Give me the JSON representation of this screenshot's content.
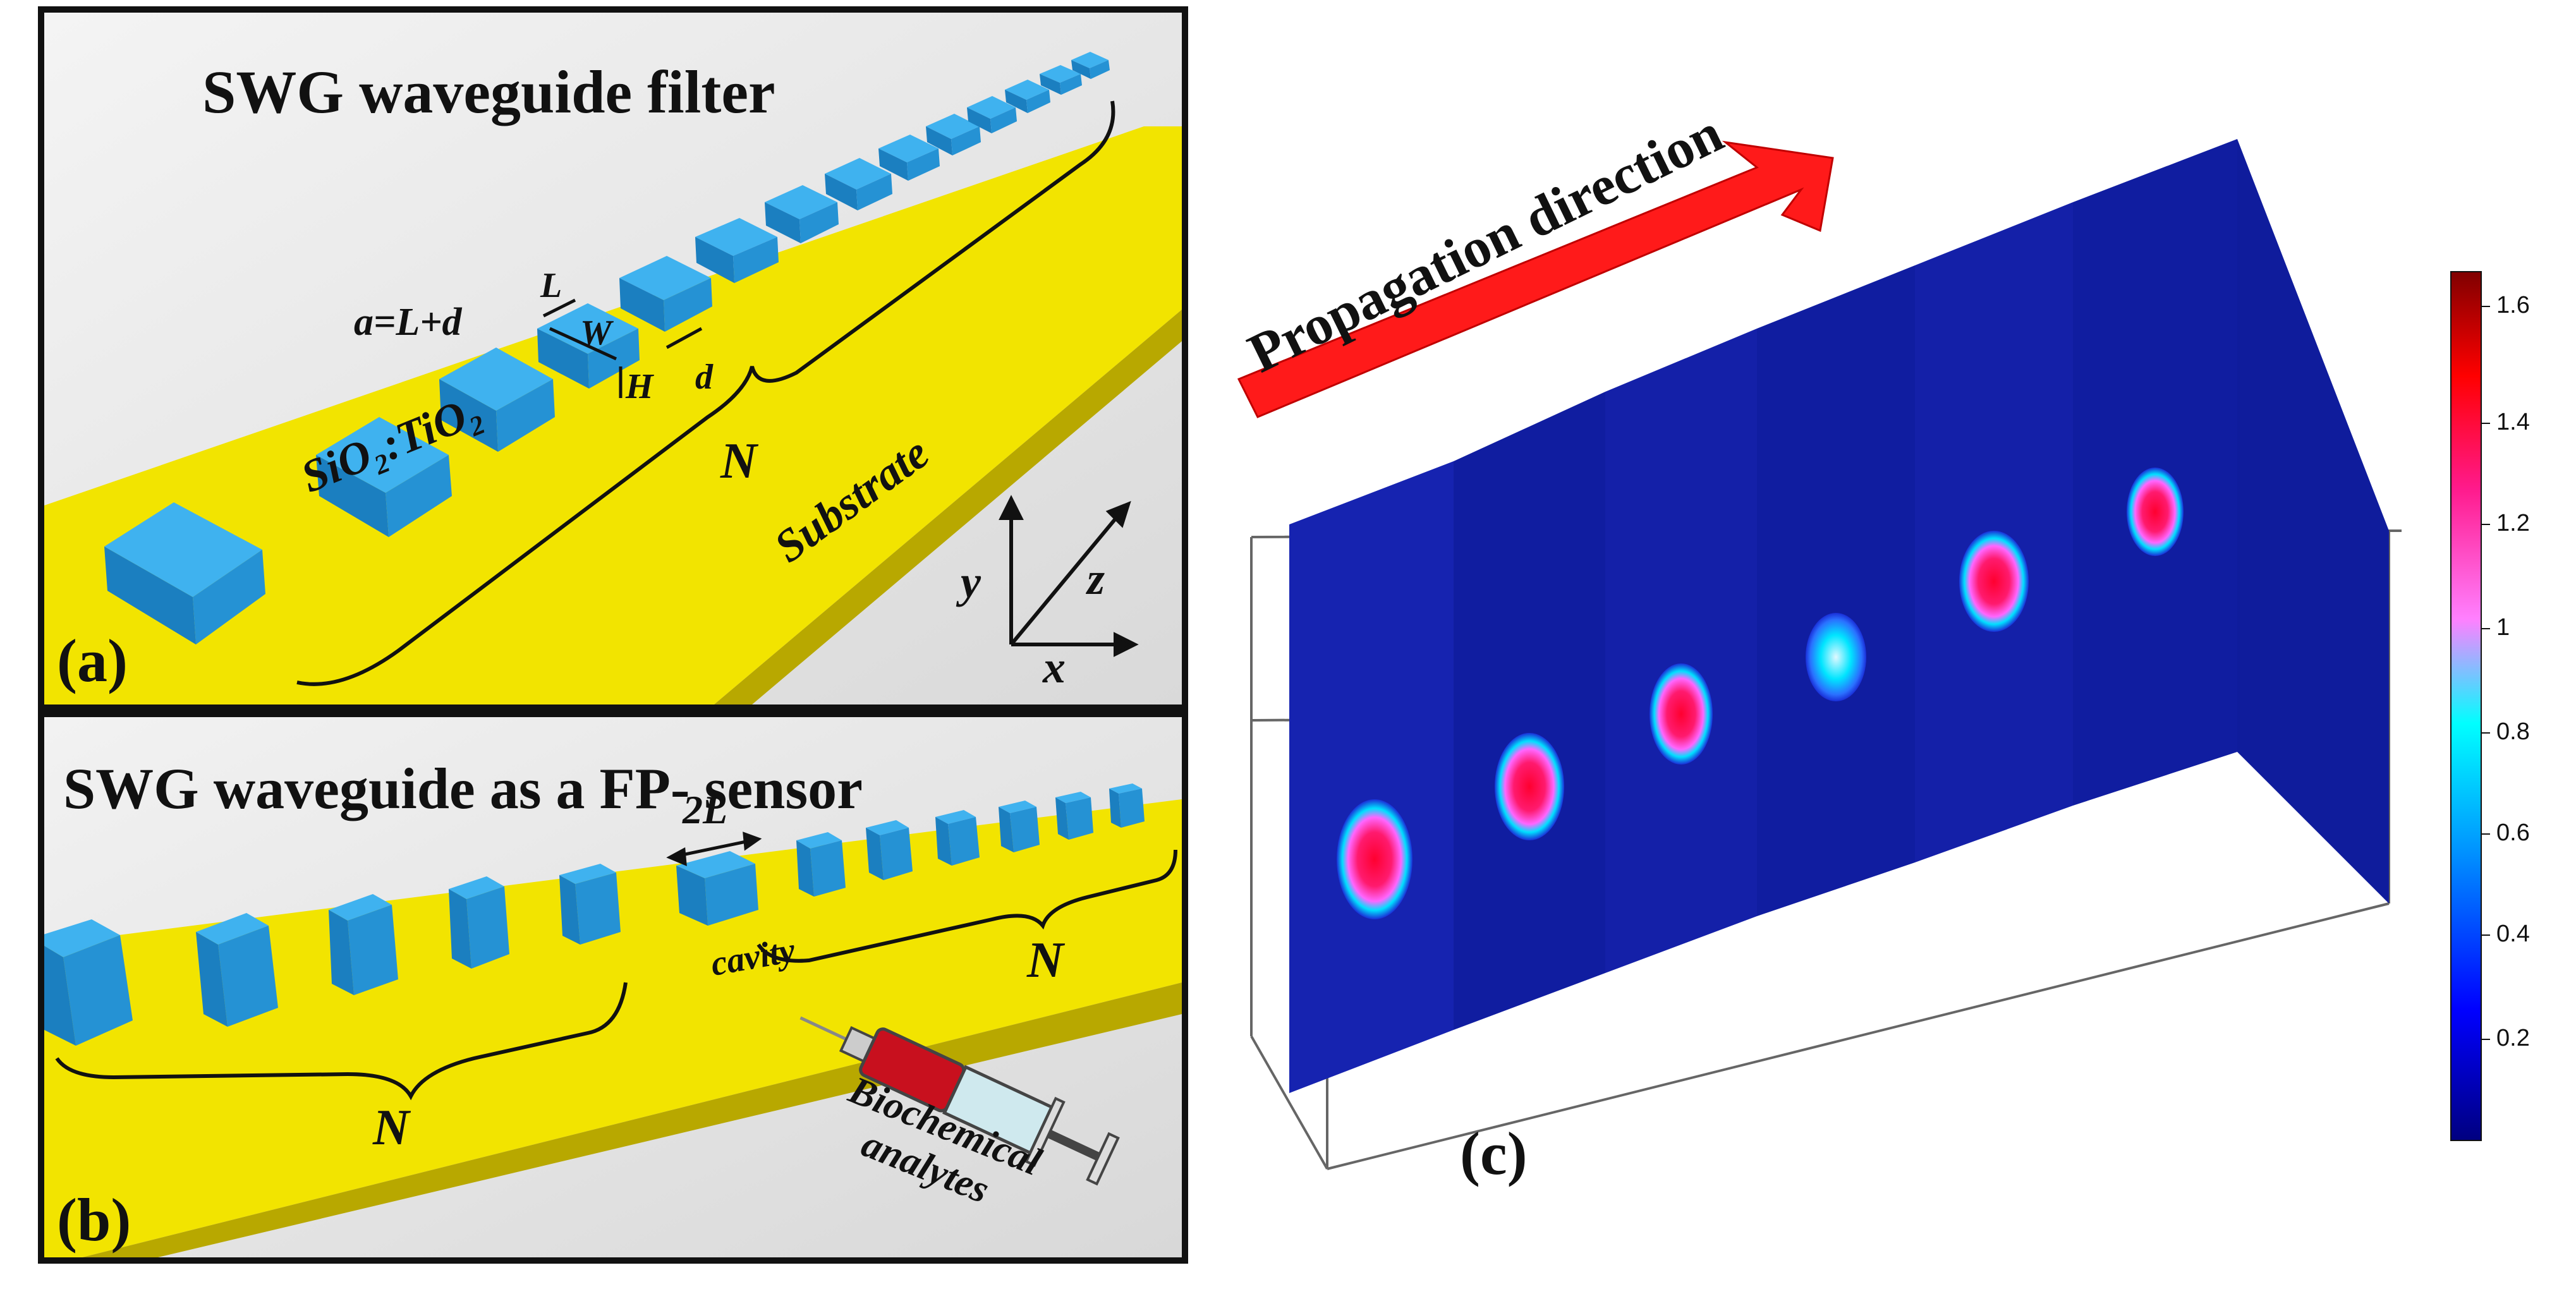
{
  "panel_a": {
    "title": "SWG waveguide filter",
    "label": "(a)",
    "period_eq": "a=L+d",
    "dim_L": "L",
    "dim_W": "W",
    "dim_H": "H",
    "dim_d": "d",
    "material": "SiO₂:TiO₂",
    "count_N": "N",
    "substrate": "Substrate",
    "axis_y": "y",
    "axis_z": "z",
    "axis_x": "x"
  },
  "panel_b": {
    "title": "SWG waveguide as a FP- sensor",
    "label": "(b)",
    "cavity_len": "2L",
    "cavity": "cavity",
    "count_N_left": "N",
    "count_N_right": "N",
    "analytes_line1": "Biochemical",
    "analytes_line2": "analytes"
  },
  "panel_c": {
    "label": "(c)",
    "direction": "Propagation direction",
    "colorbar_ticks": [
      "1.6",
      "1.4",
      "1.2",
      "1",
      "0.8",
      "0.6",
      "0.4",
      "0.2"
    ],
    "colorbar_range": [
      0,
      1.7
    ]
  },
  "colors": {
    "substrate": "#e6d600",
    "blocks": "#2b9fe0",
    "arrow": "#ff1a1a",
    "field_bg": "#101da0"
  }
}
